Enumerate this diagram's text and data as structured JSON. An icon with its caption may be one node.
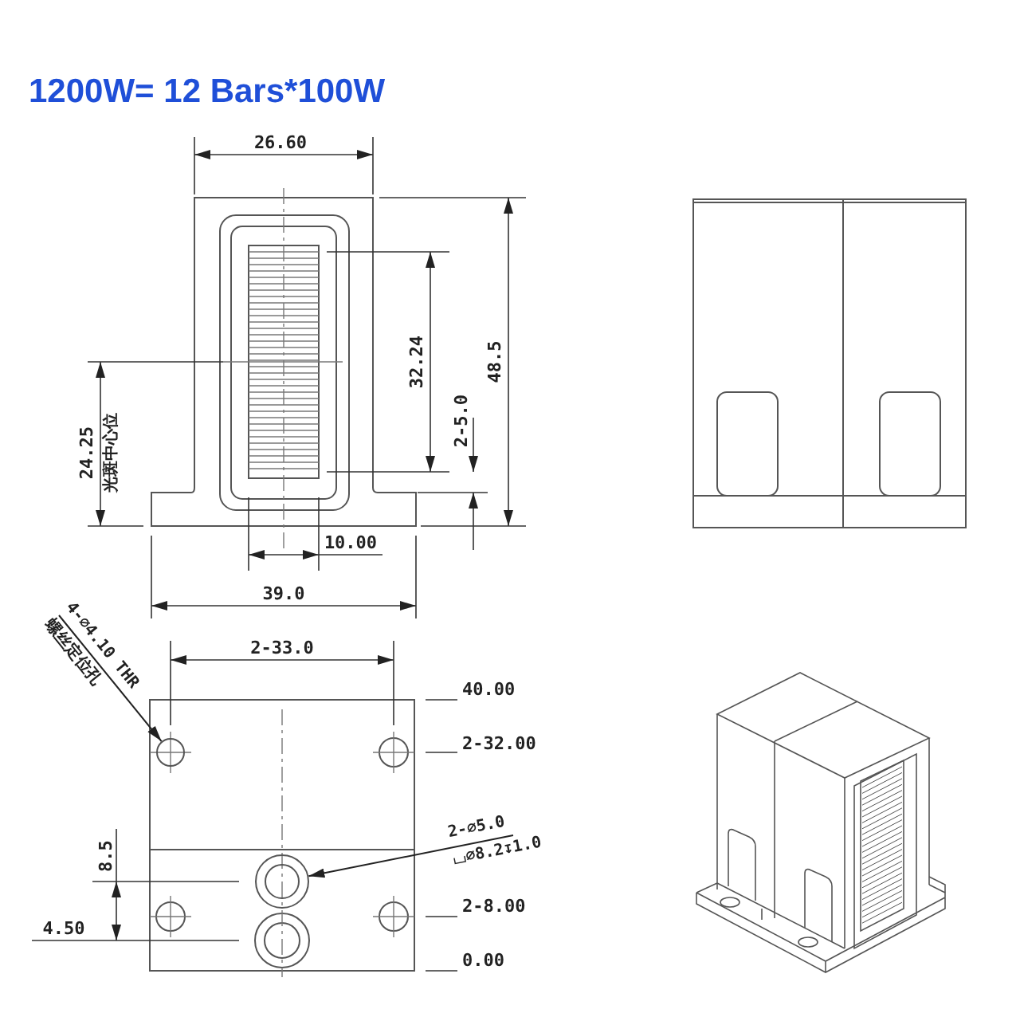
{
  "diagram": {
    "title": "1200W= 12 Bars*100W",
    "nodes": [
      {
        "text": [
          "4-∅4.10 THR",
          "螺丝定位孔"
        ]
      },
      {
        "text": [],
        "shape": "circle"
      },
      {
        "text": [
          "2-∅5.0",
          "⌴∅8.2↧1.0"
        ]
      },
      {
        "text": [],
        "shape": "circle"
      }
    ],
    "edges": [
      {
        "from": 0,
        "to": 1,
        "arrow": "to"
      },
      {
        "from": 2,
        "to": 3,
        "arrow": "to"
      }
    ],
    "labels": [
      "26.60",
      "32.24",
      "48.5",
      "24.25",
      "光斑中心位",
      "2-5.0",
      "10.00",
      "39.0",
      "2-33.0",
      "40.00",
      "2-32.00",
      "2-8.00",
      "0.00",
      "8.5",
      "4.50"
    ]
  }
}
